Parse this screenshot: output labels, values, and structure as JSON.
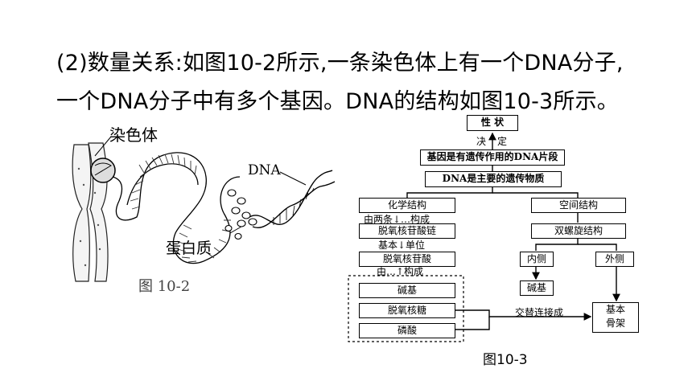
{
  "text": {
    "line1": "(2)数量关系:如图10-2所示,一条染色体上有一个DNA分子,",
    "line2": "一个DNA分子中有多个基因。DNA的结构如图10-3所示。"
  },
  "figure_10_2": {
    "label_chromosome": "染色体",
    "label_dna": "DNA",
    "label_protein": "蛋白质",
    "caption": "图 10-2"
  },
  "figure_10_3": {
    "trait": "性 状",
    "decide_left": "决",
    "decide_right": "定",
    "gene": "基因是有遗传作用的DNA片段",
    "dna_material": "DNA是主要的遗传物质",
    "chem_structure": "化学结构",
    "spatial_structure": "空间结构",
    "two_chains": "由两条↓…构成",
    "deoxy_chain": "脱氧核苷酸链",
    "basic_unit": "基本↓单位",
    "deoxynucleotide": "脱氧核苷酸",
    "composed_of": "由…↑构成",
    "base": "碱基",
    "deoxyribose": "脱氧核糖",
    "phosphate": "磷酸",
    "double_helix": "双螺旋结构",
    "inner": "内侧",
    "outer": "外侧",
    "inner_base": "碱基",
    "alternate": "交替连接成",
    "backbone_1": "基本",
    "backbone_2": "骨架",
    "caption": "图10-3"
  }
}
